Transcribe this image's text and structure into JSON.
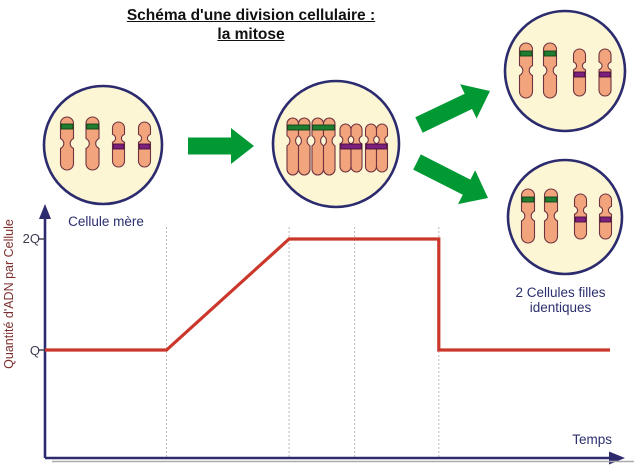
{
  "title": {
    "line1": "Schéma d'une division cellulaire :",
    "line2": "la mitose"
  },
  "labels": {
    "mother_cell": "Cellule mère",
    "daughter_cells_line1": "2 Cellules filles",
    "daughter_cells_line2": "identiques",
    "x_axis": "Temps",
    "y_axis": "Quantité d'ADN par Cellule",
    "tick_2q": "2Q",
    "tick_q": "Q"
  },
  "cells": {
    "mother": {
      "label": "Cellule mère",
      "chromosome_count": 4,
      "state": "single chromatid chromosomes"
    },
    "intermediate": {
      "chromosome_count": 4,
      "state": "duplicated two-chromatid chromosomes"
    },
    "daughter_top": {
      "chromosome_count": 4,
      "state": "single chromatid chromosomes"
    },
    "daughter_bottom": {
      "chromosome_count": 4,
      "state": "single chromatid chromosomes"
    }
  },
  "colors": {
    "cell_fill": "#FCF6D5",
    "cell_border": "#2B2B6E",
    "chromosome_fill": "#F2A47C",
    "chromosome_outline": "#6F3440",
    "band_green": "#1E7D31",
    "band_green_border": "#0E4418",
    "band_purple": "#7D1F7D",
    "band_purple_border": "#40103F",
    "arrow_green": "#019934",
    "curve_red": "#CB372B",
    "axis_navy": "#2E2A6E",
    "label_navy": "#2B2F6E",
    "ylabel_maroon": "#7E3030",
    "tick_text": "#3C3C50",
    "guide_gray": "#B8B8B8",
    "shadow_gray": "#ABABAB"
  },
  "chart_data": {
    "type": "line",
    "title": "",
    "xlabel": "Temps",
    "ylabel": "Quantité d'ADN par Cellule",
    "ytick_labels": [
      "Q",
      "2Q"
    ],
    "xlim": [
      0,
      1
    ],
    "y_unit": "Q (quantité d'ADN)",
    "grid": false,
    "legend": "none",
    "series": [
      {
        "name": "Quantité d'ADN par cellule",
        "color": "#CB372B",
        "points": [
          {
            "t": 0.0,
            "q": 1
          },
          {
            "t": 0.215,
            "q": 1
          },
          {
            "t": 0.432,
            "q": 2
          },
          {
            "t": 0.697,
            "q": 2
          },
          {
            "t": 0.697,
            "q": 1
          },
          {
            "t": 1.0,
            "q": 1
          }
        ]
      }
    ],
    "guides_t": [
      0.215,
      0.432,
      0.548,
      0.697
    ]
  }
}
